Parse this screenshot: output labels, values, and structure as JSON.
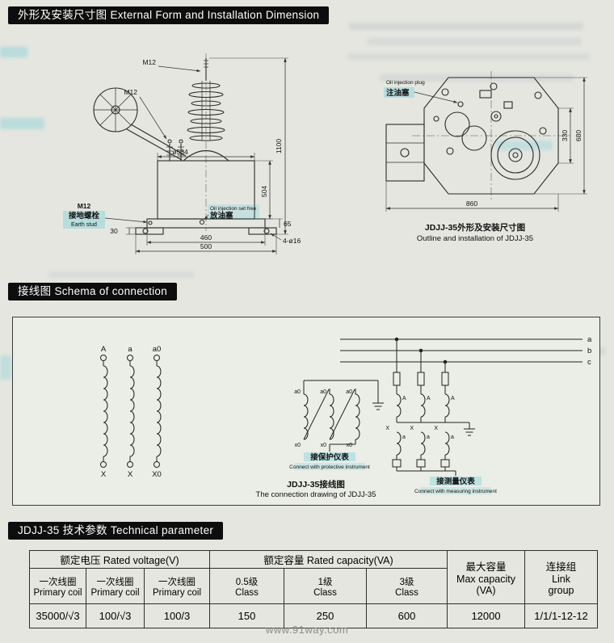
{
  "page": {
    "watermark": "www.91way.com"
  },
  "outline": {
    "header": "外形及安装尺寸图 External Form and Installation Dimension",
    "front": {
      "m12_top": "M12",
      "m12_side": "M12",
      "dim_total_height": "1100",
      "dim_tank_height": "504",
      "dim_diameter": "ø534",
      "dim_inner": "460",
      "dim_outer": "500",
      "dim_base": "65",
      "dim_foot": "30",
      "dim_holes": "4-ø16",
      "earth_m12": "M12",
      "earth_cn": "接地螺栓",
      "earth_en": "Earth stud",
      "drain_en": "Oil injection set free",
      "drain_cn": "放油塞"
    },
    "top": {
      "plug_en": "Oil injection plug",
      "plug_cn": "注油塞",
      "dim_width": "860",
      "dim_inner_h": "330",
      "dim_outer_h": "680"
    },
    "caption_cn": "JDJJ-35外形及安装尺寸图",
    "caption_en": "Outline and installation of JDJJ-35"
  },
  "schema": {
    "header": "接线图 Schema of connection",
    "coils": {
      "top1": "A",
      "top2": "a",
      "top3": "a0",
      "bot1": "X",
      "bot2": "X",
      "bot3": "X0"
    },
    "protective": {
      "top": "a0",
      "bottom": "x0",
      "cn": "接保护仪表",
      "en": "Connect with protective instrument"
    },
    "measuring": {
      "phase1": "a",
      "phase2": "b",
      "phase3": "c",
      "primary": "A",
      "neutral": "X",
      "secondary": "a",
      "cn": "接测量仪表",
      "en": "Connect with measuring instrument"
    },
    "caption_cn": "JDJJ-35接线图",
    "caption_en": "The connection drawing of JDJJ-35"
  },
  "params": {
    "header": "JDJJ-35 技术参数 Technical parameter",
    "table": {
      "rated_voltage": "额定电压  Rated voltage(V)",
      "rated_capacity": "额定容量  Rated capacity(VA)",
      "max_capacity": "最大容量\nMax capacity\n(VA)",
      "link_group": "连接组\nLink\ngroup",
      "sub1": "一次线圈\nPrimary coil",
      "sub2": "一次线圈\nPrimary coil",
      "sub3": "一次线圈\nPrimary coil",
      "sub4": "0.5级\nClass",
      "sub5": "1级\nClass",
      "sub6": "3级\nClass",
      "v1": "35000/√3",
      "v2": "100/√3",
      "v3": "100/3",
      "v4": "150",
      "v5": "250",
      "v6": "600",
      "v7": "12000",
      "v8": "1/1/1-12-12"
    }
  }
}
